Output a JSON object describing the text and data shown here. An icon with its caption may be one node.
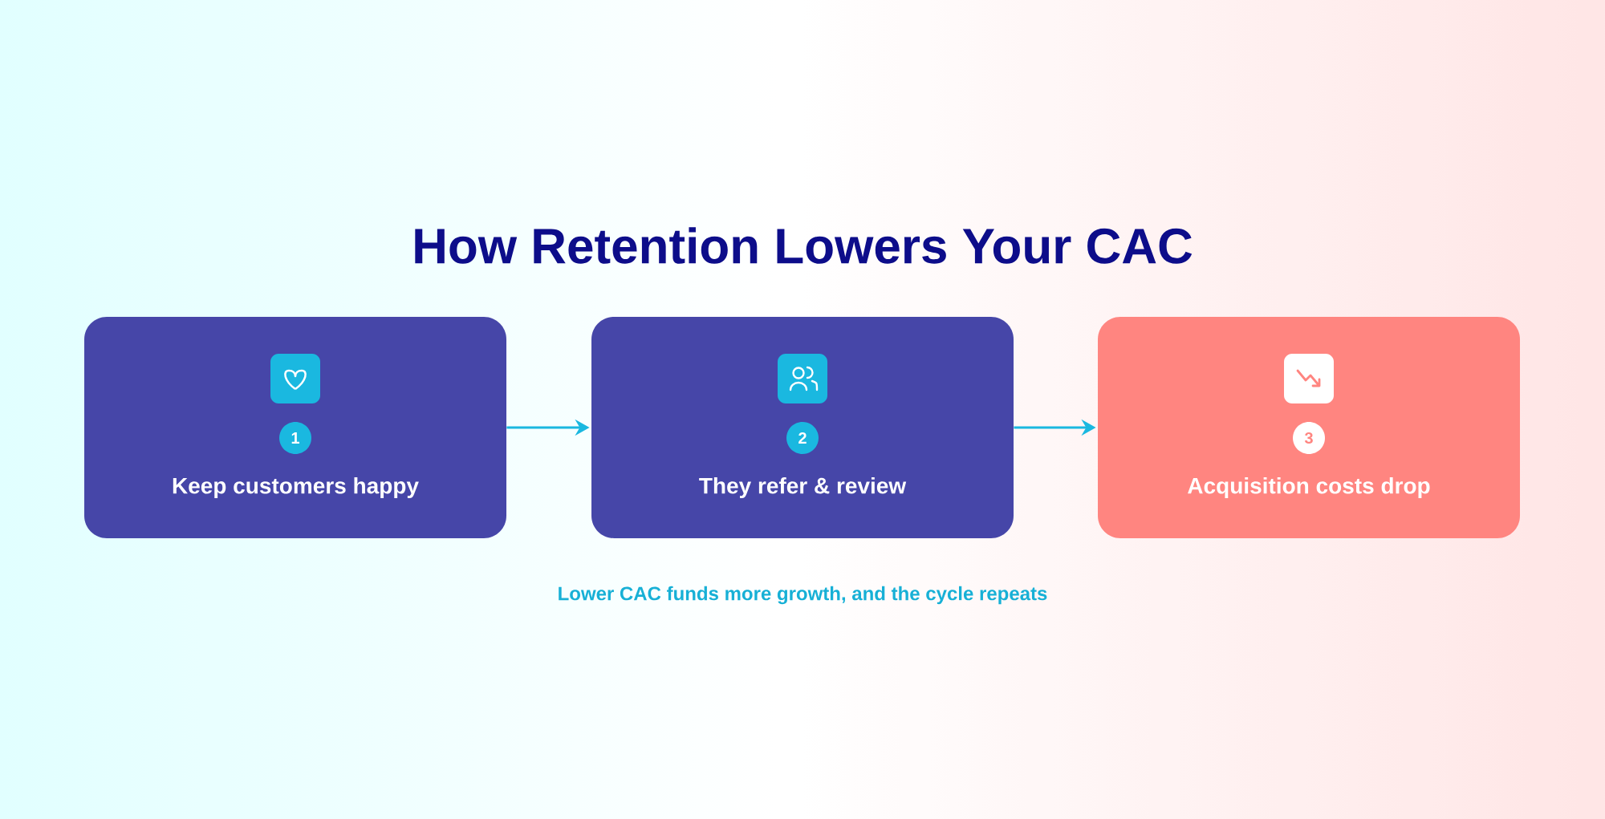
{
  "diagram": {
    "title": "How Retention Lowers Your CAC",
    "nodes": [
      {
        "text": [
          "Keep customers happy"
        ]
      },
      {
        "text": [
          "1"
        ],
        "in": 0
      },
      {
        "text": [
          "They refer & review"
        ]
      },
      {
        "text": [
          "2"
        ],
        "in": 2
      },
      {
        "text": [
          "Acquisition costs drop"
        ]
      },
      {
        "text": [
          "3"
        ],
        "in": 4
      }
    ],
    "edges": [
      {
        "from": 0,
        "to": 2,
        "arrow": "to"
      },
      {
        "from": 2,
        "to": 4,
        "arrow": "to"
      }
    ],
    "labels": [
      "Lower CAC funds more growth, and the cycle repeats"
    ]
  }
}
